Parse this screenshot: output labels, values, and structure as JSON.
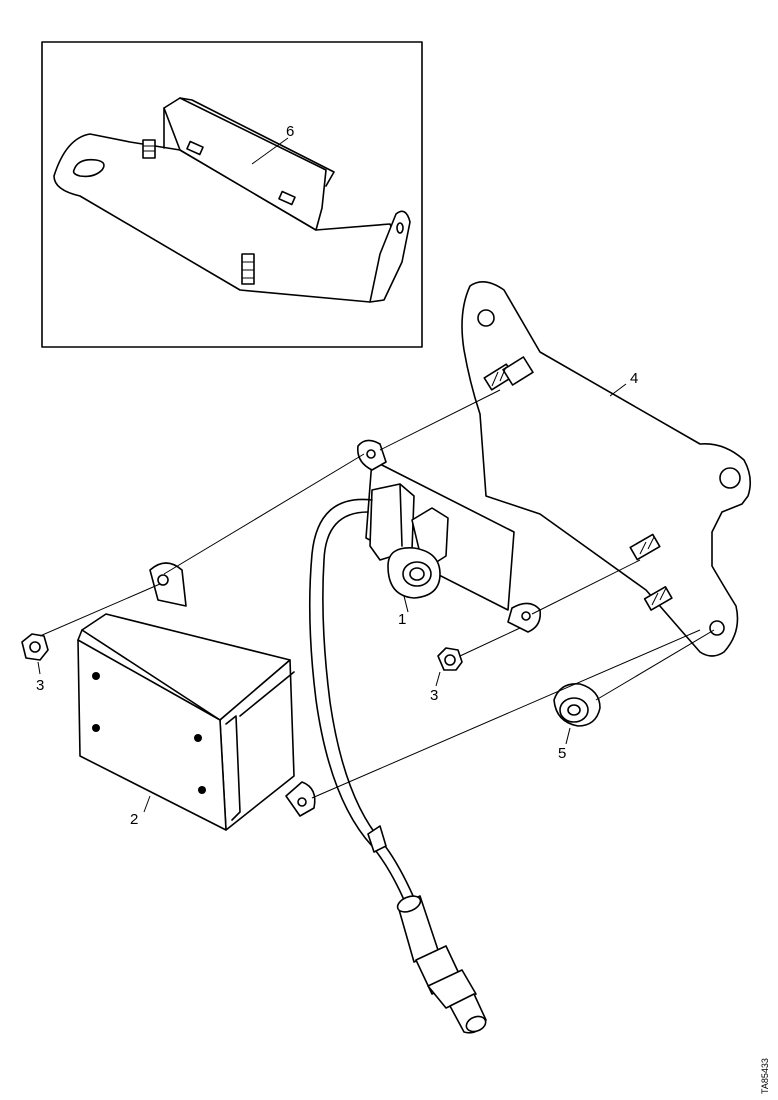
{
  "callouts": {
    "c1": "1",
    "c2": "2",
    "c3a": "3",
    "c3b": "3",
    "c4": "4",
    "c5": "5",
    "c6": "6"
  },
  "reference_code": "TA85433",
  "colors": {
    "line": "#000000",
    "background": "#ffffff"
  }
}
